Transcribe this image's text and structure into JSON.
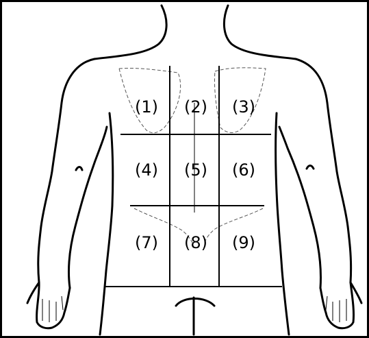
{
  "regions": [
    {
      "label": "(1)"
    },
    {
      "label": "(2)"
    },
    {
      "label": "(3)"
    },
    {
      "label": "(4)"
    },
    {
      "label": "(5)"
    },
    {
      "label": "(6)"
    },
    {
      "label": "(7)"
    },
    {
      "label": "(8)"
    },
    {
      "label": "(9)"
    }
  ]
}
